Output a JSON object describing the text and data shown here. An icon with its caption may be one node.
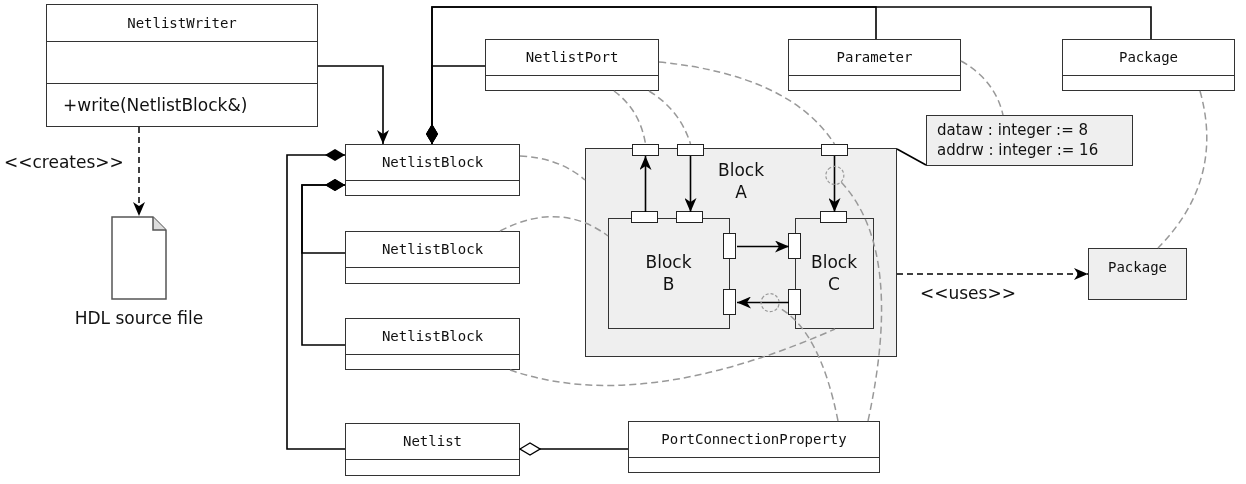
{
  "diagram": {
    "nodes": [
      {
        "text": [
          "NetlistWriter",
          "+write(NetlistBlock&)"
        ]
      },
      {
        "text": [
          "HDL source file"
        ]
      },
      {
        "text": [
          "NetlistPort"
        ]
      },
      {
        "text": [
          "Parameter"
        ]
      },
      {
        "text": [
          "Package"
        ]
      },
      {
        "text": [
          "NetlistBlock"
        ]
      },
      {
        "text": [
          "NetlistBlock"
        ]
      },
      {
        "text": [
          "NetlistBlock"
        ]
      },
      {
        "text": [
          "Netlist"
        ]
      },
      {
        "text": [
          "PortConnectionProperty"
        ]
      },
      {
        "text": [
          "Block A"
        ]
      },
      {
        "text": [
          "Block B"
        ],
        "in": 10
      },
      {
        "text": [
          "Block C"
        ],
        "in": 10
      },
      {
        "text": [
          "dataw : integer := 8",
          "addrw : integer := 16"
        ]
      },
      {
        "text": [
          "Package"
        ]
      },
      {
        "text": [],
        "shape": "box"
      },
      {
        "text": [],
        "shape": "box"
      },
      {
        "text": [],
        "shape": "box"
      },
      {
        "text": [],
        "shape": "box",
        "in": 11
      },
      {
        "text": [],
        "shape": "box",
        "in": 11
      },
      {
        "text": [],
        "shape": "box",
        "in": 12
      },
      {
        "text": [],
        "shape": "box",
        "in": 11
      },
      {
        "text": [],
        "shape": "box",
        "in": 12
      },
      {
        "text": [],
        "shape": "box",
        "in": 11
      },
      {
        "text": [],
        "shape": "box",
        "in": 12
      }
    ],
    "edges": [
      {
        "from": 0,
        "to": 5,
        "arrow": "to"
      },
      {
        "from": 0,
        "to": 1,
        "arrow": "to",
        "label": "<<creates>>",
        "style": "dashed"
      },
      {
        "from": 5,
        "to": 2,
        "arrow": "other"
      },
      {
        "from": 5,
        "to": 3,
        "arrow": "other"
      },
      {
        "from": 5,
        "to": 4,
        "arrow": "other"
      },
      {
        "from": 5,
        "to": 6,
        "arrow": "other"
      },
      {
        "from": 5,
        "to": 7,
        "arrow": "other"
      },
      {
        "from": 5,
        "to": 8,
        "arrow": "other"
      },
      {
        "from": 8,
        "to": 9,
        "arrow": "other"
      },
      {
        "from": 10,
        "to": 14,
        "arrow": "to",
        "label": "<<uses>>",
        "style": "dashed"
      },
      {
        "from": 10,
        "to": 13,
        "arrow": "none"
      },
      {
        "from": 18,
        "to": 15,
        "arrow": "to"
      },
      {
        "from": 16,
        "to": 19,
        "arrow": "to"
      },
      {
        "from": 17,
        "to": 20,
        "arrow": "to"
      },
      {
        "from": 21,
        "to": 22,
        "arrow": "to"
      },
      {
        "from": 24,
        "to": 23,
        "arrow": "to"
      },
      {
        "from": 2,
        "to": 15,
        "arrow": "none",
        "style": "dashed",
        "color": "#999999"
      },
      {
        "from": 2,
        "to": 16,
        "arrow": "none",
        "style": "dashed",
        "color": "#999999"
      },
      {
        "from": 2,
        "to": 17,
        "arrow": "none",
        "style": "dashed",
        "color": "#999999"
      },
      {
        "from": 3,
        "to": 13,
        "arrow": "none",
        "style": "dashed",
        "color": "#999999"
      },
      {
        "from": 4,
        "to": 14,
        "arrow": "none",
        "style": "dashed",
        "color": "#999999"
      },
      {
        "from": 5,
        "to": 10,
        "arrow": "none",
        "style": "dashed",
        "color": "#999999"
      },
      {
        "from": 6,
        "to": 11,
        "arrow": "none",
        "style": "dashed",
        "color": "#999999"
      },
      {
        "from": 7,
        "to": 12,
        "arrow": "none",
        "style": "dashed",
        "color": "#999999"
      },
      {
        "from": 9,
        "to": 17,
        "arrow": "other",
        "style": "dashed",
        "color": "#999999"
      },
      {
        "from": 9,
        "to": 24,
        "arrow": "other",
        "style": "dashed",
        "color": "#999999"
      }
    ]
  }
}
